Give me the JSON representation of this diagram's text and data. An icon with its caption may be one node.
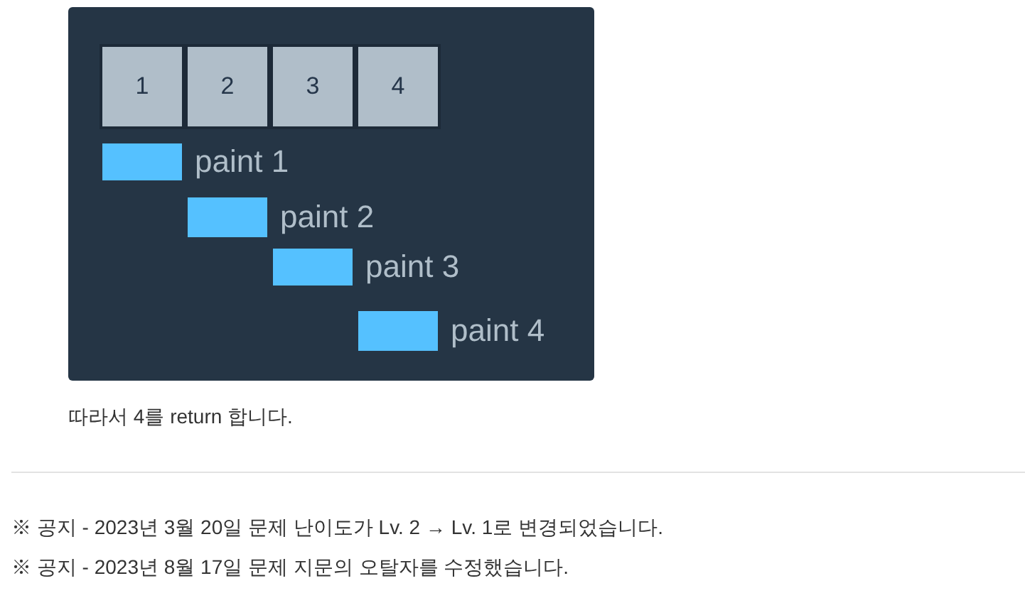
{
  "diagram": {
    "nodes": [
      {
        "text": [],
        "shape": "box"
      },
      {
        "text": [
          "1"
        ],
        "in": 0
      },
      {
        "text": [
          "2"
        ],
        "in": 0
      },
      {
        "text": [
          "3"
        ],
        "in": 0
      },
      {
        "text": [
          "4"
        ],
        "in": 0
      },
      {
        "text": [],
        "shape": "bar",
        "beside": [
          "paint 1"
        ],
        "in": 0
      },
      {
        "text": [],
        "shape": "bar",
        "beside": [
          "paint 2"
        ],
        "in": 0
      },
      {
        "text": [],
        "shape": "bar",
        "beside": [
          "paint 3"
        ],
        "in": 0
      },
      {
        "text": [],
        "shape": "bar",
        "beside": [
          "paint 4"
        ],
        "in": 0
      }
    ],
    "edges": [],
    "labels": [
      "따라서 4를 return 합니다.",
      "※ 공지 - 2023년 3월 20일 문제 난이도가 Lv. 2 → Lv. 1로 변경되었습니다.",
      "※ 공지 - 2023년 8월 17일 문제 지문의 오탈자를 수정했습니다."
    ]
  }
}
